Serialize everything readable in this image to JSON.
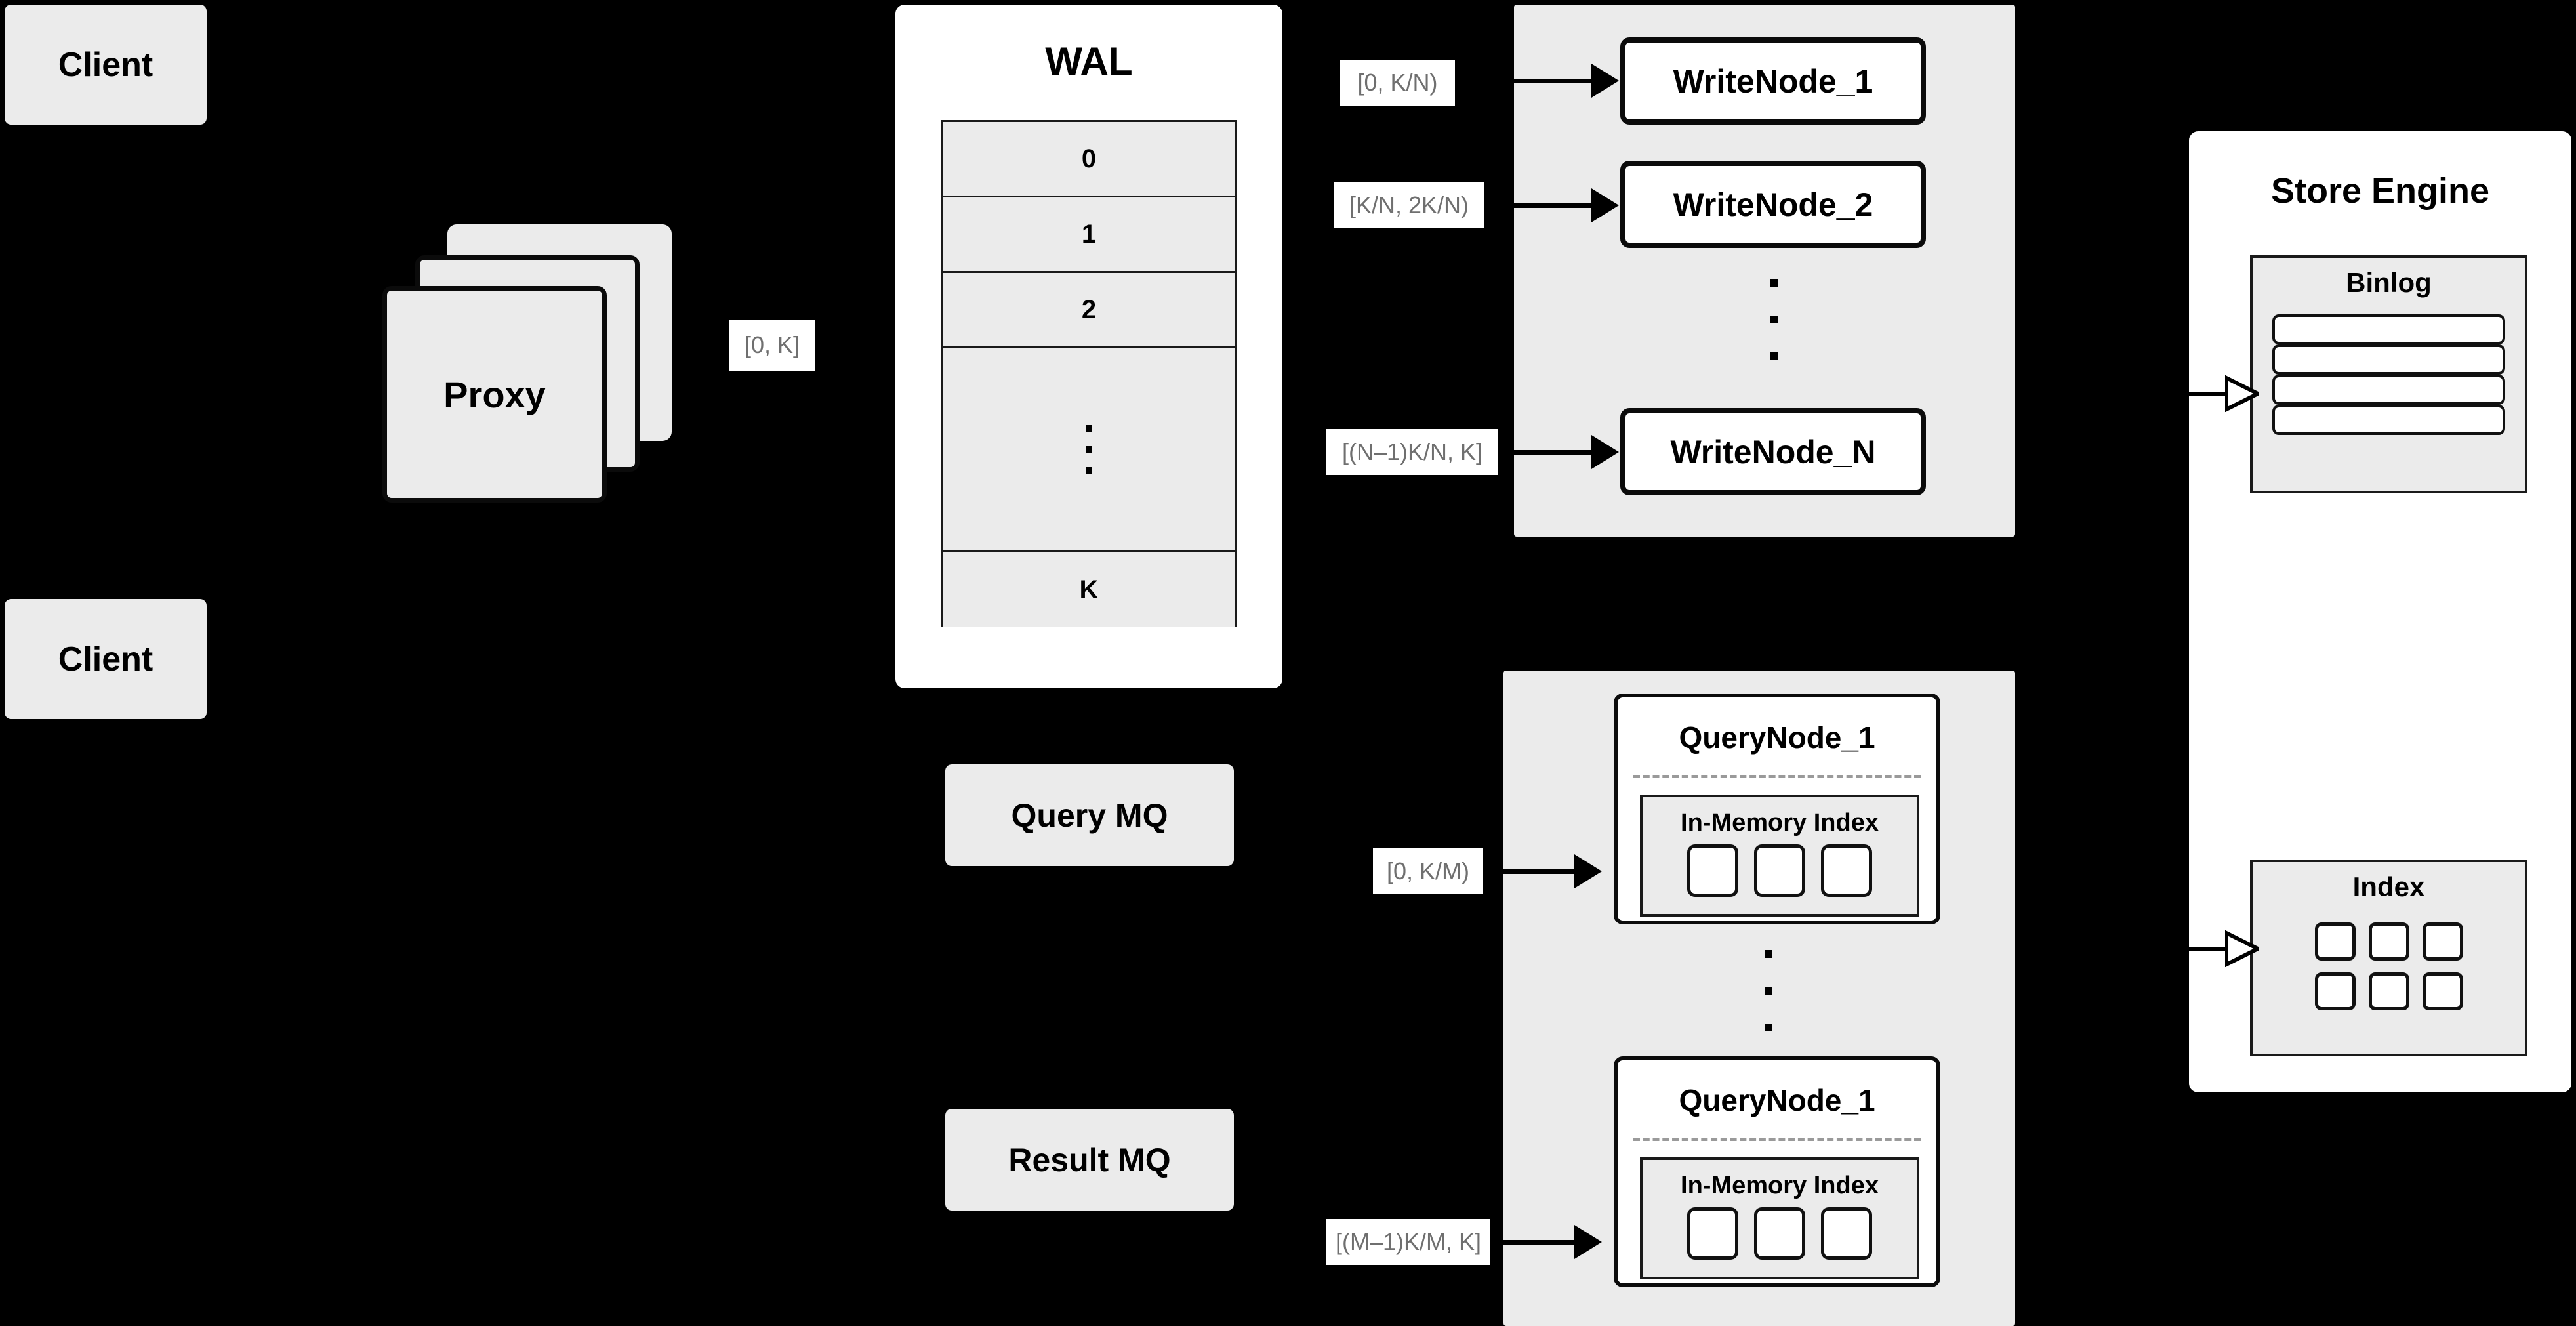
{
  "diagram": {
    "title": "Distributed write/query architecture",
    "colors": {
      "background": "#000000",
      "light_fill": "#ebebeb",
      "white_fill": "#ffffff",
      "stroke": "#0b0b0b",
      "label_text": "#6f6f6f"
    }
  },
  "clients": [
    {
      "label": "Client"
    },
    {
      "label": "Client"
    }
  ],
  "proxy": {
    "label": "Proxy",
    "stack_count": 3
  },
  "wal": {
    "title": "WAL",
    "rows": [
      "0",
      "1",
      "2",
      "···",
      "K"
    ],
    "row_labels": {
      "first": "0",
      "second": "1",
      "third": "2",
      "last": "K"
    }
  },
  "queues": {
    "query_mq": "Query MQ",
    "result_mq": "Result MQ"
  },
  "write_group": {
    "nodes": [
      {
        "label": "WriteNode_1",
        "range": "[0,  K/N)"
      },
      {
        "label": "WriteNode_2",
        "range": "[K/N, 2K/N)"
      },
      {
        "label": "WriteNode_N",
        "range": "[(N–1)K/N,  K]"
      }
    ],
    "ellipsis": "vertical-dots"
  },
  "query_group": {
    "nodes": [
      {
        "label": "QueryNode_1",
        "range": "[0, K/M)",
        "inmemory_title": "In-Memory Index",
        "cell_count": 3
      },
      {
        "label": "QueryNode_1",
        "range": "[(M–1)K/M, K]",
        "inmemory_title": "In-Memory Index",
        "cell_count": 3
      }
    ],
    "ellipsis": "vertical-dots"
  },
  "store_engine": {
    "title": "Store Engine",
    "binlog": {
      "title": "Binlog",
      "row_count": 4
    },
    "index": {
      "title": "Index",
      "cell_count": 6
    }
  },
  "edge_labels": {
    "proxy_to_wal": "[0, K]",
    "wal_to_writenode_1": "[0,  K/N)",
    "wal_to_writenode_2": "[K/N, 2K/N)",
    "wal_to_writenode_n": "[(N–1)K/N,  K]",
    "to_querynode_1": "[0, K/M)",
    "to_querynode_m": "[(M–1)K/M, K]"
  }
}
